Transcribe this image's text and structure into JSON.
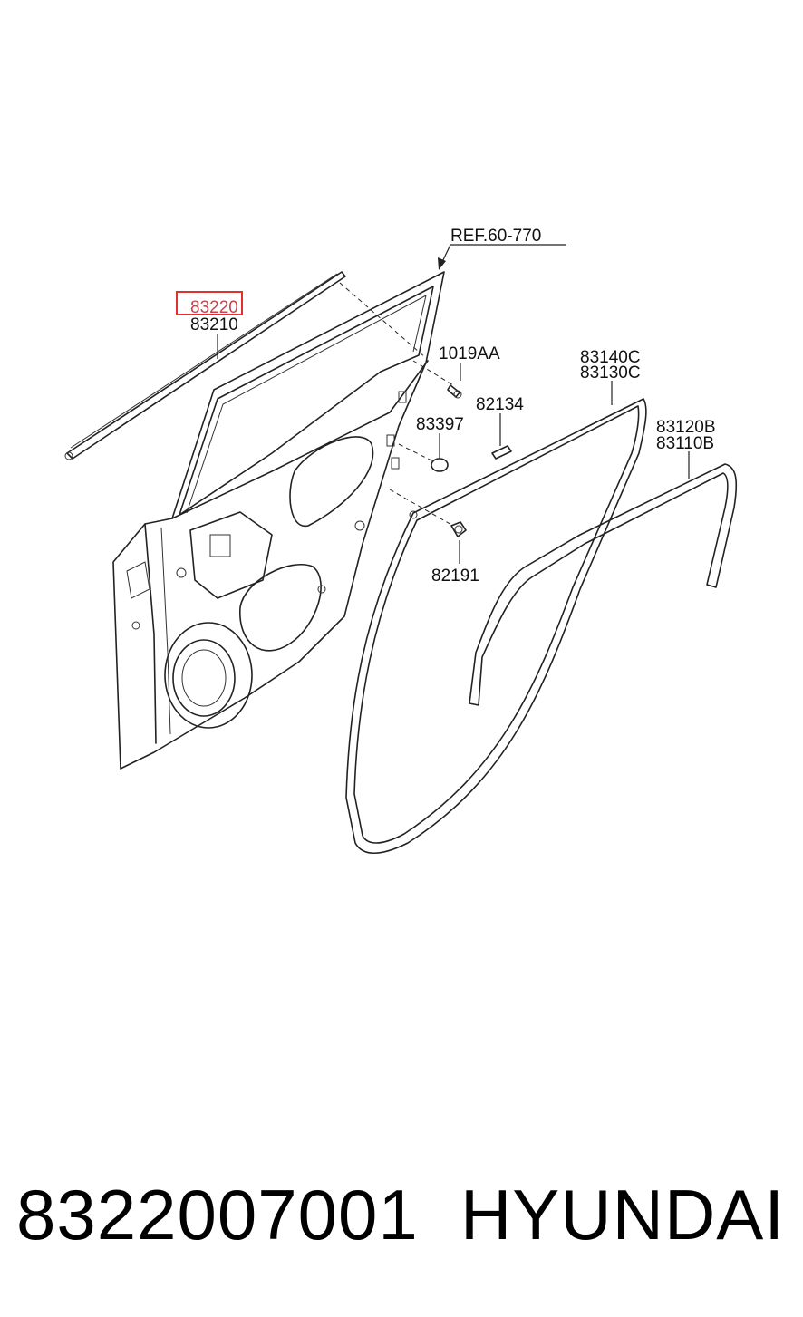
{
  "diagram": {
    "reference_label": "REF.60-770",
    "callouts": {
      "c83220": "83220",
      "c83210": "83210",
      "c1019AA": "1019AA",
      "c82134": "82134",
      "c83397": "83397",
      "c83140C": "83140C",
      "c83130C": "83130C",
      "c83120B": "83120B",
      "c83110B": "83110B",
      "c82191": "82191"
    },
    "highlighted_callout": "83220",
    "highlight_color": "#e03030"
  },
  "footer": {
    "part_number": "8322007001",
    "brand": "HYUNDAI"
  }
}
